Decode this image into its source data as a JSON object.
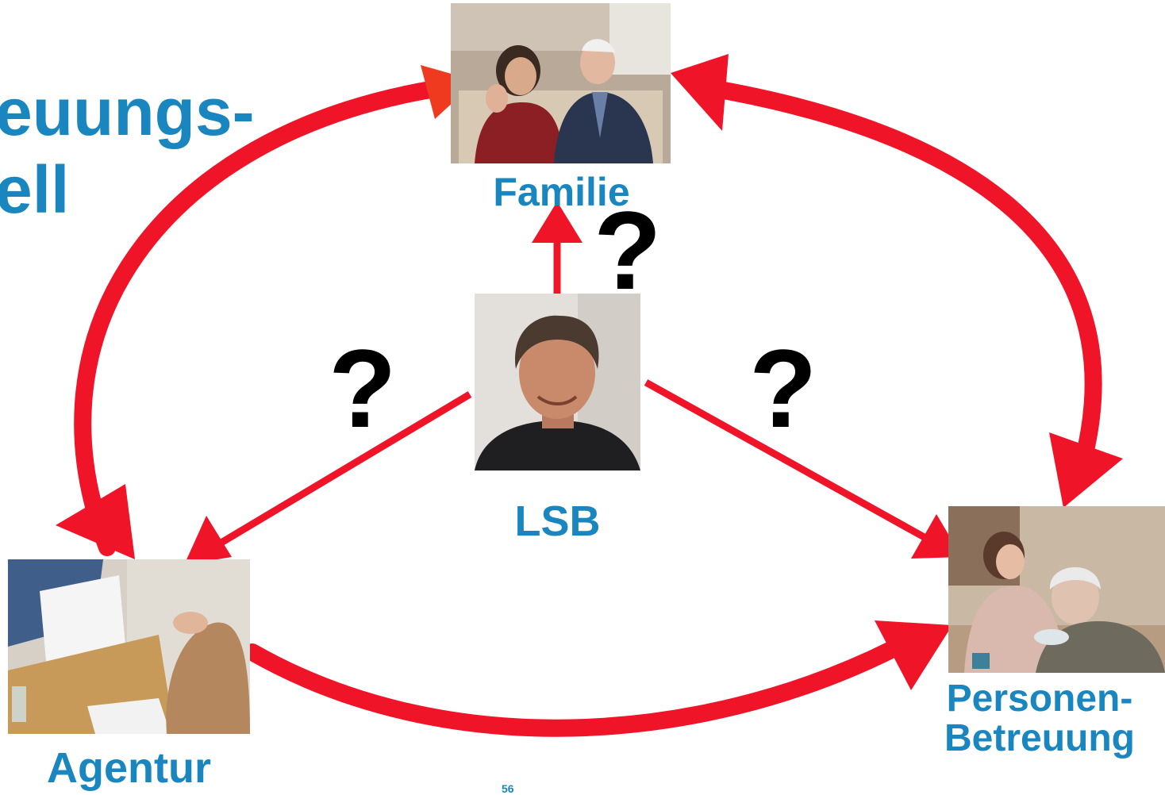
{
  "title": {
    "line1": "euungs-",
    "line2": "ell"
  },
  "nodes": {
    "familie": {
      "label": "Familie",
      "photo": "elderly-couple-photo"
    },
    "lsb": {
      "label": "LSB",
      "photo": "man-portrait-photo"
    },
    "agentur": {
      "label": "Agentur",
      "photo": "consultation-meeting-photo"
    },
    "personen": {
      "label_line1": "Personen-",
      "label_line2": "Betreuung",
      "photo": "caregiver-feeding-elderly-photo"
    }
  },
  "question_marks": [
    "?",
    "?",
    "?"
  ],
  "page_number": "56",
  "colors": {
    "arrow": "#f01428",
    "label": "#1a86c0",
    "question": "#000000"
  }
}
